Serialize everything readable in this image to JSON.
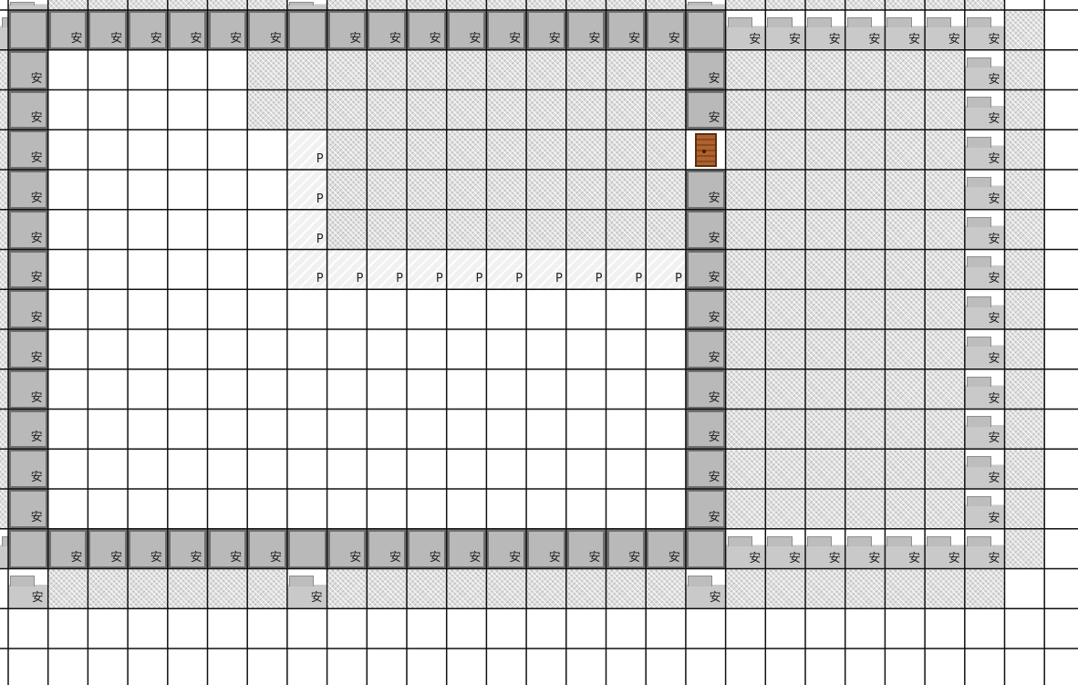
{
  "map": {
    "legend": {
      "empty": "blank",
      "floor": "cross-hatch-floor",
      "wall": "stone-wall-safe",
      "wall_top": "stone-wall-top-safe",
      "path": "path-marker",
      "door": "wooden-door"
    },
    "tile_labels": {
      "wall": "安",
      "wall_top": "安",
      "path": "P"
    },
    "rows": [
      "ETFFFFFFTFFFFFFFFFTFFFFFFFE",
      "TWWWWWWWWWWWWWWWWWWTTTTTTTF",
      "FWEEEEEFFFFFFFFFFFWFFFFFFTF",
      "FWEEEEEFFFFFFFFFFFWFFFFFFTF",
      "FWEEEEEEPFFFFFFFFFDFFFFFFTF",
      "FWEEEEEEPFFFFFFFFFWFFFFFFTF",
      "FWEEEEEEPFFFFFFFFFWFFFFFFTF",
      "FWEEEEEEPPPPPPPPPPWFFFFFFTF",
      "FWEEEEEEEEEEEEEEEEWFFFFFFTF",
      "FWEEEEEEEEEEEEEEEEWFFFFFFTF",
      "FWEEEEEEEEEEEEEEEEWFFFFFFTF",
      "FWEEEEEEEEEEEEEEEEWFFFFFFTF",
      "FWEEEEEEEEEEEEEEEEWFFFFFFTF",
      "FWEEEEEEEEEEEEEEEEWFFFFFFTF",
      "TWWWWWWWWWWWWWWWWWWTTTTTTTF",
      "ETFFFFFFTFFFFFFFFFTFFFFFFFE",
      "EEEEEEEEEEEEEEEEEEEEEEEEEEE"
    ],
    "blank_label_cells": [
      "1,1",
      "1,8",
      "1,18",
      "14,1",
      "14,8",
      "14,18"
    ],
    "colors": {
      "grid_line": "#111111",
      "wall_fill": "#b9b9b9",
      "wall_border": "#707070",
      "floor_fill": "#dedede",
      "door": "#b0622e"
    }
  }
}
